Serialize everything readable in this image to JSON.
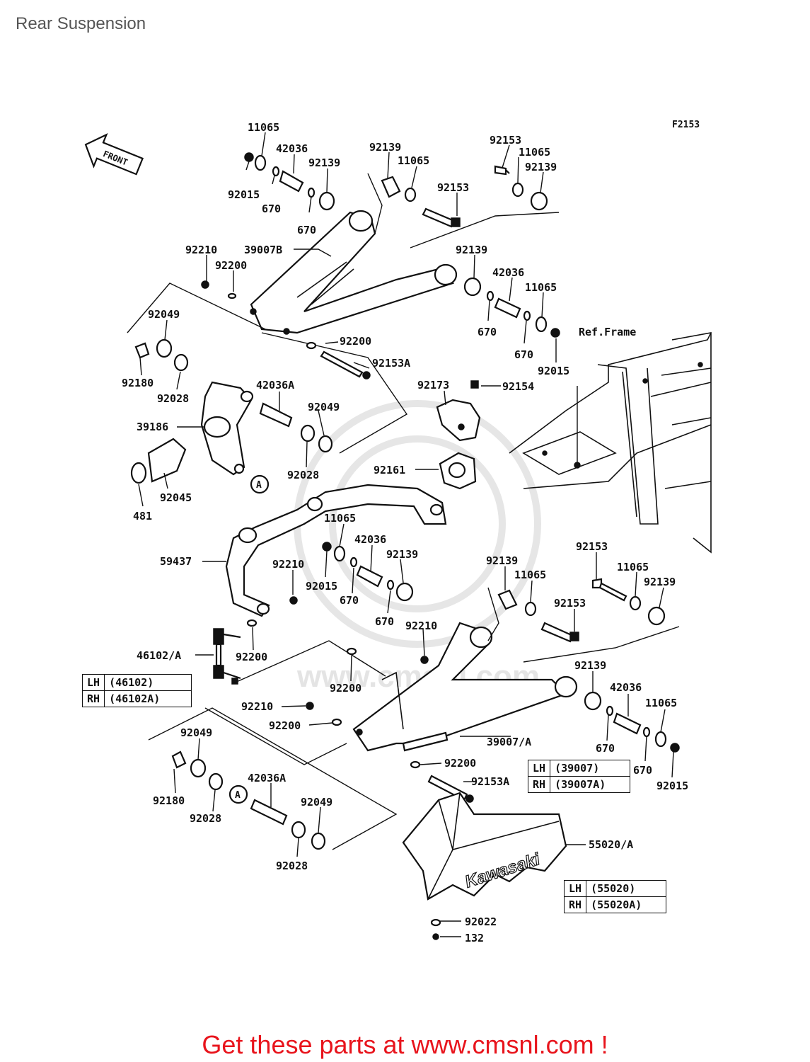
{
  "page": {
    "title": "Rear Suspension",
    "footer": "Get these parts at www.cmsnl.com !"
  },
  "diagram": {
    "code": "F2153",
    "front_label": "FRONT",
    "ref_frame_label": "Ref.Frame",
    "watermark": "www.cmsnl.com",
    "callout_a": "A",
    "cover_brand": "Kawasaki",
    "labels": {
      "l01": "11065",
      "l02": "42036",
      "l03": "92139",
      "l04": "92015",
      "l05": "670",
      "l06": "670",
      "l07": "92139",
      "l08": "11065",
      "l09": "92153",
      "l10": "11065",
      "l11": "92139",
      "l12": "92153",
      "l13": "92210",
      "l14": "39007B",
      "l15": "92200",
      "l16": "92139",
      "l17": "42036",
      "l18": "11065",
      "l19": "670",
      "l20": "670",
      "l21": "92015",
      "l22": "92049",
      "l23": "92200",
      "l24": "92153A",
      "l25": "92180",
      "l26": "92028",
      "l27": "42036A",
      "l28": "92173",
      "l29": "92154",
      "l30": "39186",
      "l31": "92049",
      "l32": "92028",
      "l33": "92161",
      "l34": "92045",
      "l35": "481",
      "l36": "11065",
      "l37": "42036",
      "l38": "59437",
      "l39": "92210",
      "l40": "92015",
      "l41": "92139",
      "l42": "670",
      "l43": "670",
      "l44": "92139",
      "l45": "11065",
      "l46": "92153",
      "l47": "11065",
      "l48": "92139",
      "l49": "92153",
      "l50": "92210",
      "l51": "46102/A",
      "l52": "92200",
      "l53": "92200",
      "l54": "92139",
      "l55": "42036",
      "l56": "11065",
      "l57": "92210",
      "l58": "92200",
      "l59": "92049",
      "l60": "39007/A",
      "l61": "670",
      "l62": "670",
      "l63": "92015",
      "l64": "92200",
      "l65": "42036A",
      "l66": "92180",
      "l67": "92153A",
      "l68": "92028",
      "l69": "92049",
      "l70": "55020/A",
      "l71": "92028",
      "l72": "92022",
      "l73": "132"
    },
    "tables": [
      {
        "rows": [
          [
            "LH",
            "(46102)"
          ],
          [
            "RH",
            "(46102A)"
          ]
        ]
      },
      {
        "rows": [
          [
            "LH",
            "(39007)"
          ],
          [
            "RH",
            "(39007A)"
          ]
        ]
      },
      {
        "rows": [
          [
            "LH",
            "(55020)"
          ],
          [
            "RH",
            "(55020A)"
          ]
        ]
      }
    ]
  }
}
